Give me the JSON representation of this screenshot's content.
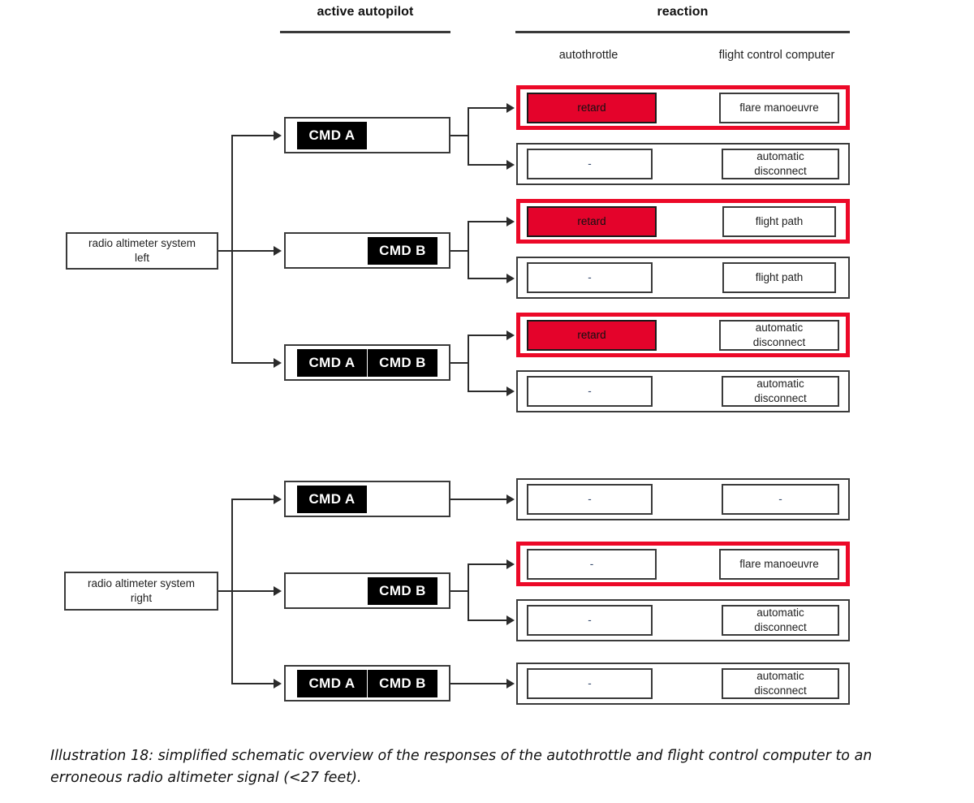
{
  "headers": {
    "autopilot_title": "active autopilot",
    "reaction_title": "reaction",
    "sub_autothrottle": "autothrottle",
    "sub_fcc": "flight control computer"
  },
  "sources": [
    {
      "id": "left",
      "line1": "radio altimeter system",
      "line2": "left"
    },
    {
      "id": "right",
      "line1": "radio altimeter system",
      "line2": "right"
    }
  ],
  "labels": {
    "cmd_a": "CMD A",
    "cmd_b": "CMD B",
    "dash": "-",
    "retard": "retard",
    "flare": "flare manoeuvre",
    "auto_disc_l1": "automatic",
    "auto_disc_l2": "disconnect",
    "flight_path": "flight path"
  },
  "colors": {
    "highlight_red": "#ec0928",
    "retard_fill": "#e4032b",
    "line": "#2b2b2b",
    "chip_fill": "#000000"
  },
  "groups": [
    {
      "source": "radio altimeter system left",
      "branches": [
        {
          "autopilot": [
            "CMD A"
          ],
          "reactions": [
            {
              "autothrottle": "retard",
              "fcc": "flare manoeuvre",
              "highlight": true
            },
            {
              "autothrottle": "-",
              "fcc": "automatic disconnect",
              "highlight": false
            }
          ]
        },
        {
          "autopilot": [
            "CMD B"
          ],
          "reactions": [
            {
              "autothrottle": "retard",
              "fcc": "flight path",
              "highlight": true
            },
            {
              "autothrottle": "-",
              "fcc": "flight path",
              "highlight": false
            }
          ]
        },
        {
          "autopilot": [
            "CMD A",
            "CMD B"
          ],
          "reactions": [
            {
              "autothrottle": "retard",
              "fcc": "automatic disconnect",
              "highlight": true
            },
            {
              "autothrottle": "-",
              "fcc": "automatic disconnect",
              "highlight": false
            }
          ]
        }
      ]
    },
    {
      "source": "radio altimeter system right",
      "branches": [
        {
          "autopilot": [
            "CMD A"
          ],
          "reactions": [
            {
              "autothrottle": "-",
              "fcc": "-",
              "highlight": false
            }
          ]
        },
        {
          "autopilot": [
            "CMD B"
          ],
          "reactions": [
            {
              "autothrottle": "-",
              "fcc": "flare manoeuvre",
              "highlight": true
            },
            {
              "autothrottle": "-",
              "fcc": "automatic disconnect",
              "highlight": false
            }
          ]
        },
        {
          "autopilot": [
            "CMD A",
            "CMD B"
          ],
          "reactions": [
            {
              "autothrottle": "-",
              "fcc": "automatic disconnect",
              "highlight": false
            }
          ]
        }
      ]
    }
  ],
  "caption": {
    "line1": "Illustration 18: simplified schematic overview of the responses of the autothrottle and flight control",
    "line2": "computer to an erroneous radio altimeter signal (<27 feet)."
  }
}
